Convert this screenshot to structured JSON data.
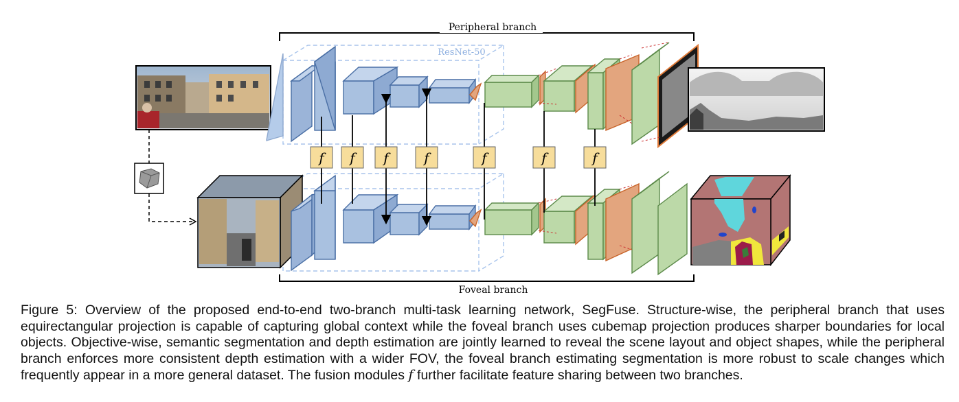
{
  "figure": {
    "labels": {
      "peripheral_branch": "Peripheral branch",
      "foveal_branch": "Foveal branch",
      "backbone": "ResNet-50",
      "fusion_symbol": "f"
    },
    "fusion_module_count": 7,
    "inputs": [
      "equirectangular-image",
      "cubemap-image"
    ],
    "outputs": [
      "depth-map",
      "segmentation-cubemap"
    ],
    "colors": {
      "encoder": "#a9c1e0",
      "decoder": "#bcd9a8",
      "upsample": "#e3a57e",
      "fusion": "#f7dd9b",
      "backbone_box": "#a8c4ec"
    }
  },
  "caption": {
    "before_f": "Figure 5: Overview of the proposed end-to-end two-branch multi-task learning network, SegFuse. Structure-wise, the peripheral branch that uses equirectangular projection is capable of capturing global context while the foveal branch uses cubemap projection produces sharper boundaries for local objects. Objective-wise, semantic segmentation and depth estimation are jointly learned to reveal the scene layout and object shapes, while the peripheral branch enforces more consistent depth estimation with a wider FOV, the foveal branch estimating segmentation is more robust to scale changes which frequently appear in a more general dataset. The fusion modules ",
    "f_symbol": "f",
    "after_f": " further facilitate feature sharing between two branches."
  }
}
